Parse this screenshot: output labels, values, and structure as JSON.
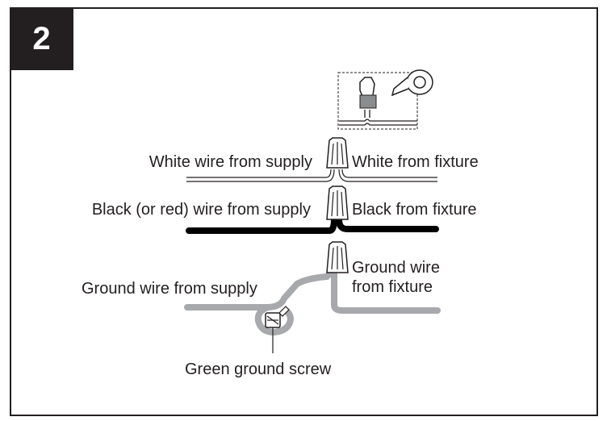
{
  "step_number": "2",
  "labels": {
    "white_supply": "White wire from supply",
    "white_fixture": "White from fixture",
    "black_supply": "Black (or red) wire from supply",
    "black_fixture": "Black from fixture",
    "ground_fixture_line1": "Ground wire",
    "ground_fixture_line2": "from fixture",
    "ground_supply": "Ground wire from supply",
    "green_screw": "Green ground screw"
  },
  "colors": {
    "ink": "#231f20",
    "ground_wire": "#a7a9ac",
    "black_wire": "#000000"
  },
  "icons": [
    "wire-nut-icon",
    "electrical-tape-icon",
    "ground-screw-icon"
  ]
}
